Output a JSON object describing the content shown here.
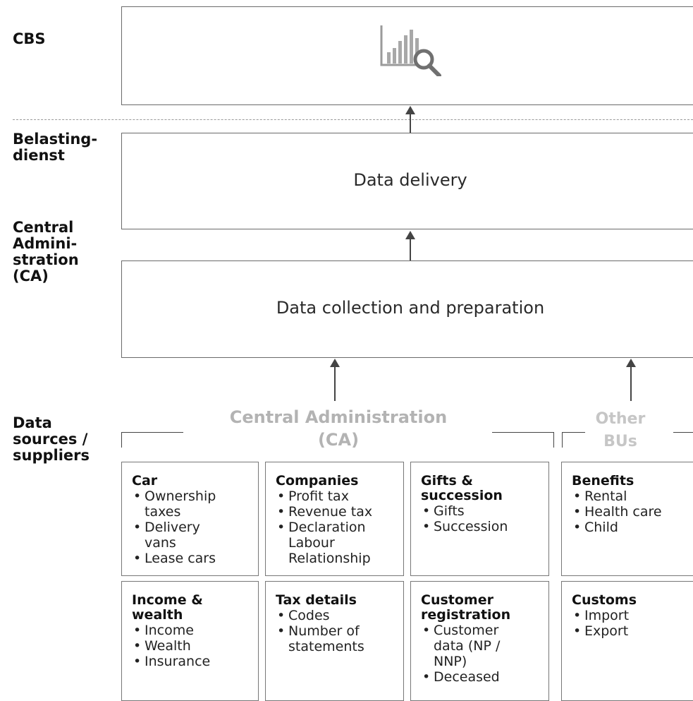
{
  "layers": {
    "cbs": "CBS",
    "belastingdienst": "Belasting-\ndienst",
    "central_admin": "Central\nAdmini-\nstration\n(CA)",
    "data_sources": "Data\nsources /\nsuppliers"
  },
  "boxes": {
    "cbs_icon": "chart-magnifier-icon",
    "data_delivery": "Data delivery",
    "data_collection": "Data collection and preparation"
  },
  "groups": {
    "central_admin": {
      "title": "Central Administration\n(CA)",
      "color": "#b3b3b3"
    },
    "other_bus": {
      "title": "Other\nBUs",
      "color": "#c6c6c6"
    }
  },
  "cells": [
    {
      "title": "Car",
      "items": [
        "Ownership\ntaxes",
        "Delivery\nvans",
        "Lease cars"
      ]
    },
    {
      "title": "Companies",
      "items": [
        "Profit tax",
        "Revenue tax",
        "Declaration\nLabour\nRelationship"
      ]
    },
    {
      "title": "Gifts &\nsuccession",
      "items": [
        "Gifts",
        "Succession"
      ]
    },
    {
      "title": "Benefits",
      "items": [
        "Rental",
        "Health care",
        "Child"
      ]
    },
    {
      "title": "Income &\nwealth",
      "items": [
        "Income",
        "Wealth",
        "Insurance"
      ]
    },
    {
      "title": "Tax details",
      "items": [
        "Codes",
        "Number of\nstatements"
      ]
    },
    {
      "title": "Customer\nregistration",
      "items": [
        "Customer\ndata (NP /\nNNP)",
        "Deceased"
      ]
    },
    {
      "title": "Customs",
      "items": [
        "Import",
        "Export"
      ]
    }
  ]
}
